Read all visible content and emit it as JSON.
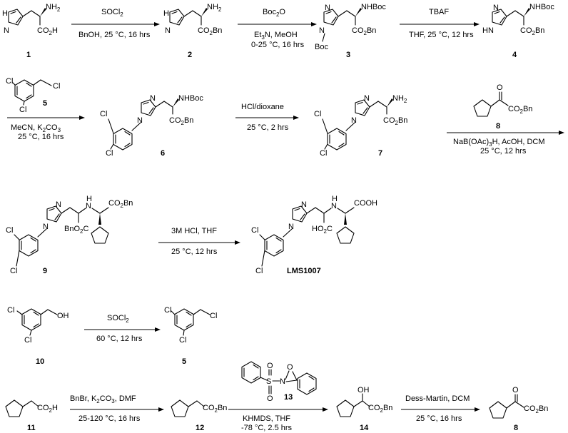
{
  "compounds": {
    "c1": "1",
    "c2": "2",
    "c3": "3",
    "c4": "4",
    "c5": "5",
    "c6": "6",
    "c7": "7",
    "c8": "8",
    "c9": "9",
    "lms": "LMS1007",
    "c10": "10",
    "c5b": "5",
    "c11": "11",
    "c12": "12",
    "c14": "14",
    "c8b": "8",
    "c13": "13"
  },
  "reactions": {
    "r1": {
      "top": "SOCl",
      "top_sub": "2",
      "bottom": "BnOH, 25 °C, 16 hrs"
    },
    "r2": {
      "top": "Boc",
      "top_sub": "2",
      "top_after": "O",
      "bottom1": "Et",
      "bottom1_sub": "3",
      "bottom1_after": "N, MeOH",
      "bottom2": "0-25 °C, 16 hrs"
    },
    "r3": {
      "top": "TBAF",
      "bottom": "THF, 25 °C, 12 hrs"
    },
    "r4": {
      "bottom1": "MeCN, K",
      "bottom1_sub": "2",
      "bottom1_mid": "CO",
      "bottom1_sub2": "3",
      "bottom2": "25 °C, 16 hrs"
    },
    "r5": {
      "top": "HCl/dioxane",
      "bottom": "25 °C, 2 hrs"
    },
    "r6": {
      "bottom1": "NaB(OAc)",
      "bottom1_sub": "3",
      "bottom1_after": "H, AcOH, DCM",
      "bottom2": "25 °C, 12 hrs"
    },
    "r7": {
      "top": "3M HCl, THF",
      "bottom": "25 °C, 12 hrs"
    },
    "r8": {
      "top": "SOCl",
      "top_sub": "2",
      "bottom": "60 °C, 12 hrs"
    },
    "r9": {
      "top": "BnBr, K",
      "top_sub": "2",
      "top_mid": "CO",
      "top_sub2": "3",
      "top_after": ", DMF",
      "bottom": "25-120 °C, 16 hrs"
    },
    "r10": {
      "bottom1": "KHMDS, THF",
      "bottom2": "-78 °C, 2.5 hrs"
    },
    "r11": {
      "top": "Dess-Martin, DCM",
      "bottom": "25 °C, 16 hrs"
    }
  },
  "labels": {
    "NH2": "NH",
    "NH2_sub": "2",
    "N": "N",
    "H": "H",
    "HN": "HN",
    "NH": "NH",
    "CO2H": "CO",
    "CO2H_sub": "2",
    "CO2H_after": "H",
    "CO2Bn": "CO",
    "CO2Bn_sub": "2",
    "CO2Bn_after": "Bn",
    "BnO2C": "BnO",
    "BnO2C_sub": "2",
    "BnO2C_after": "C",
    "HO2C": "HO",
    "HO2C_sub": "2",
    "HO2C_after": "C",
    "NHBoc": "NHBoc",
    "Boc": "Boc",
    "Cl": "Cl",
    "OH": "OH",
    "O": "O",
    "S": "S",
    "COOH": "COOH"
  }
}
